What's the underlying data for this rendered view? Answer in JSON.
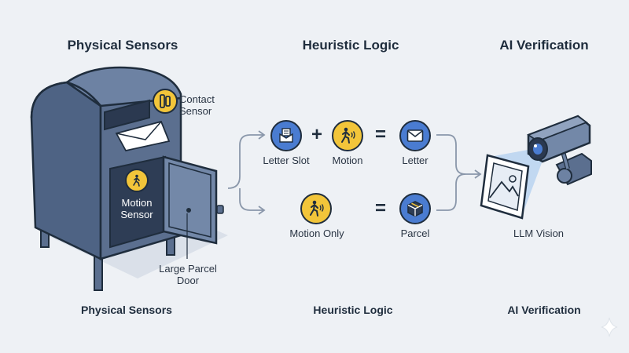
{
  "columns": {
    "sensors_title": "Physical Sensors",
    "logic_title": "Heuristic Logic",
    "ai_title": "AI Verification",
    "sensors_footer": "Physical Sensors",
    "logic_footer": "Heuristic Logic",
    "ai_footer": "AI Verification"
  },
  "mailbox": {
    "contact_sensor_label_1": "Contact",
    "contact_sensor_label_2": "Sensor",
    "motion_sensor_label_1": "Motion",
    "motion_sensor_label_2": "Sensor",
    "door_label_1": "Large Parcel",
    "door_label_2": "Door"
  },
  "logic": {
    "row1": {
      "input_a": "Letter Slot",
      "input_b": "Motion",
      "plus": "+",
      "equals": "=",
      "result": "Letter"
    },
    "row2": {
      "input": "Motion Only",
      "equals": "=",
      "result": "Parcel"
    }
  },
  "ai": {
    "vision_label": "LLM Vision"
  },
  "colors": {
    "accent_blue": "#4a7cd1",
    "accent_yellow": "#f2c53a",
    "mailbox_body": "#5b6f8f",
    "outline": "#1f2d3d"
  },
  "icons": [
    "contact-sensor-icon",
    "motion-sensor-icon",
    "letter-slot-icon",
    "motion-icon",
    "letter-icon",
    "parcel-icon",
    "camera-icon",
    "image-icon",
    "sparkle-icon"
  ]
}
